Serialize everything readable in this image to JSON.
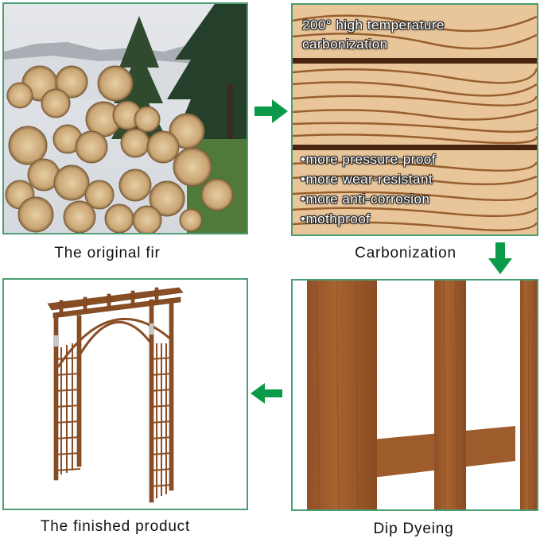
{
  "steps": [
    {
      "id": "original",
      "caption": "The original fir"
    },
    {
      "id": "carbonization",
      "caption": "Carbonization",
      "overlay_title_line1": "200° high temperature",
      "overlay_title_line2": "carbonization",
      "benefits": [
        "more pressure-proof",
        "more wear-resistant",
        "more anti-corrosion",
        "mothproof"
      ]
    },
    {
      "id": "dip_dyeing",
      "caption": "Dip Dyeing"
    },
    {
      "id": "finished",
      "caption": "The finished product"
    }
  ],
  "arrows": {
    "step1_to_step2": "arrow-right-icon",
    "step2_to_step3": "arrow-down-icon",
    "step3_to_step4": "arrow-left-icon"
  },
  "colors": {
    "border": "#4a9e72",
    "arrow": "#0a9a4a",
    "wood_dyed": "#9a5a2c",
    "wood_carbon": "#e8c39a"
  }
}
